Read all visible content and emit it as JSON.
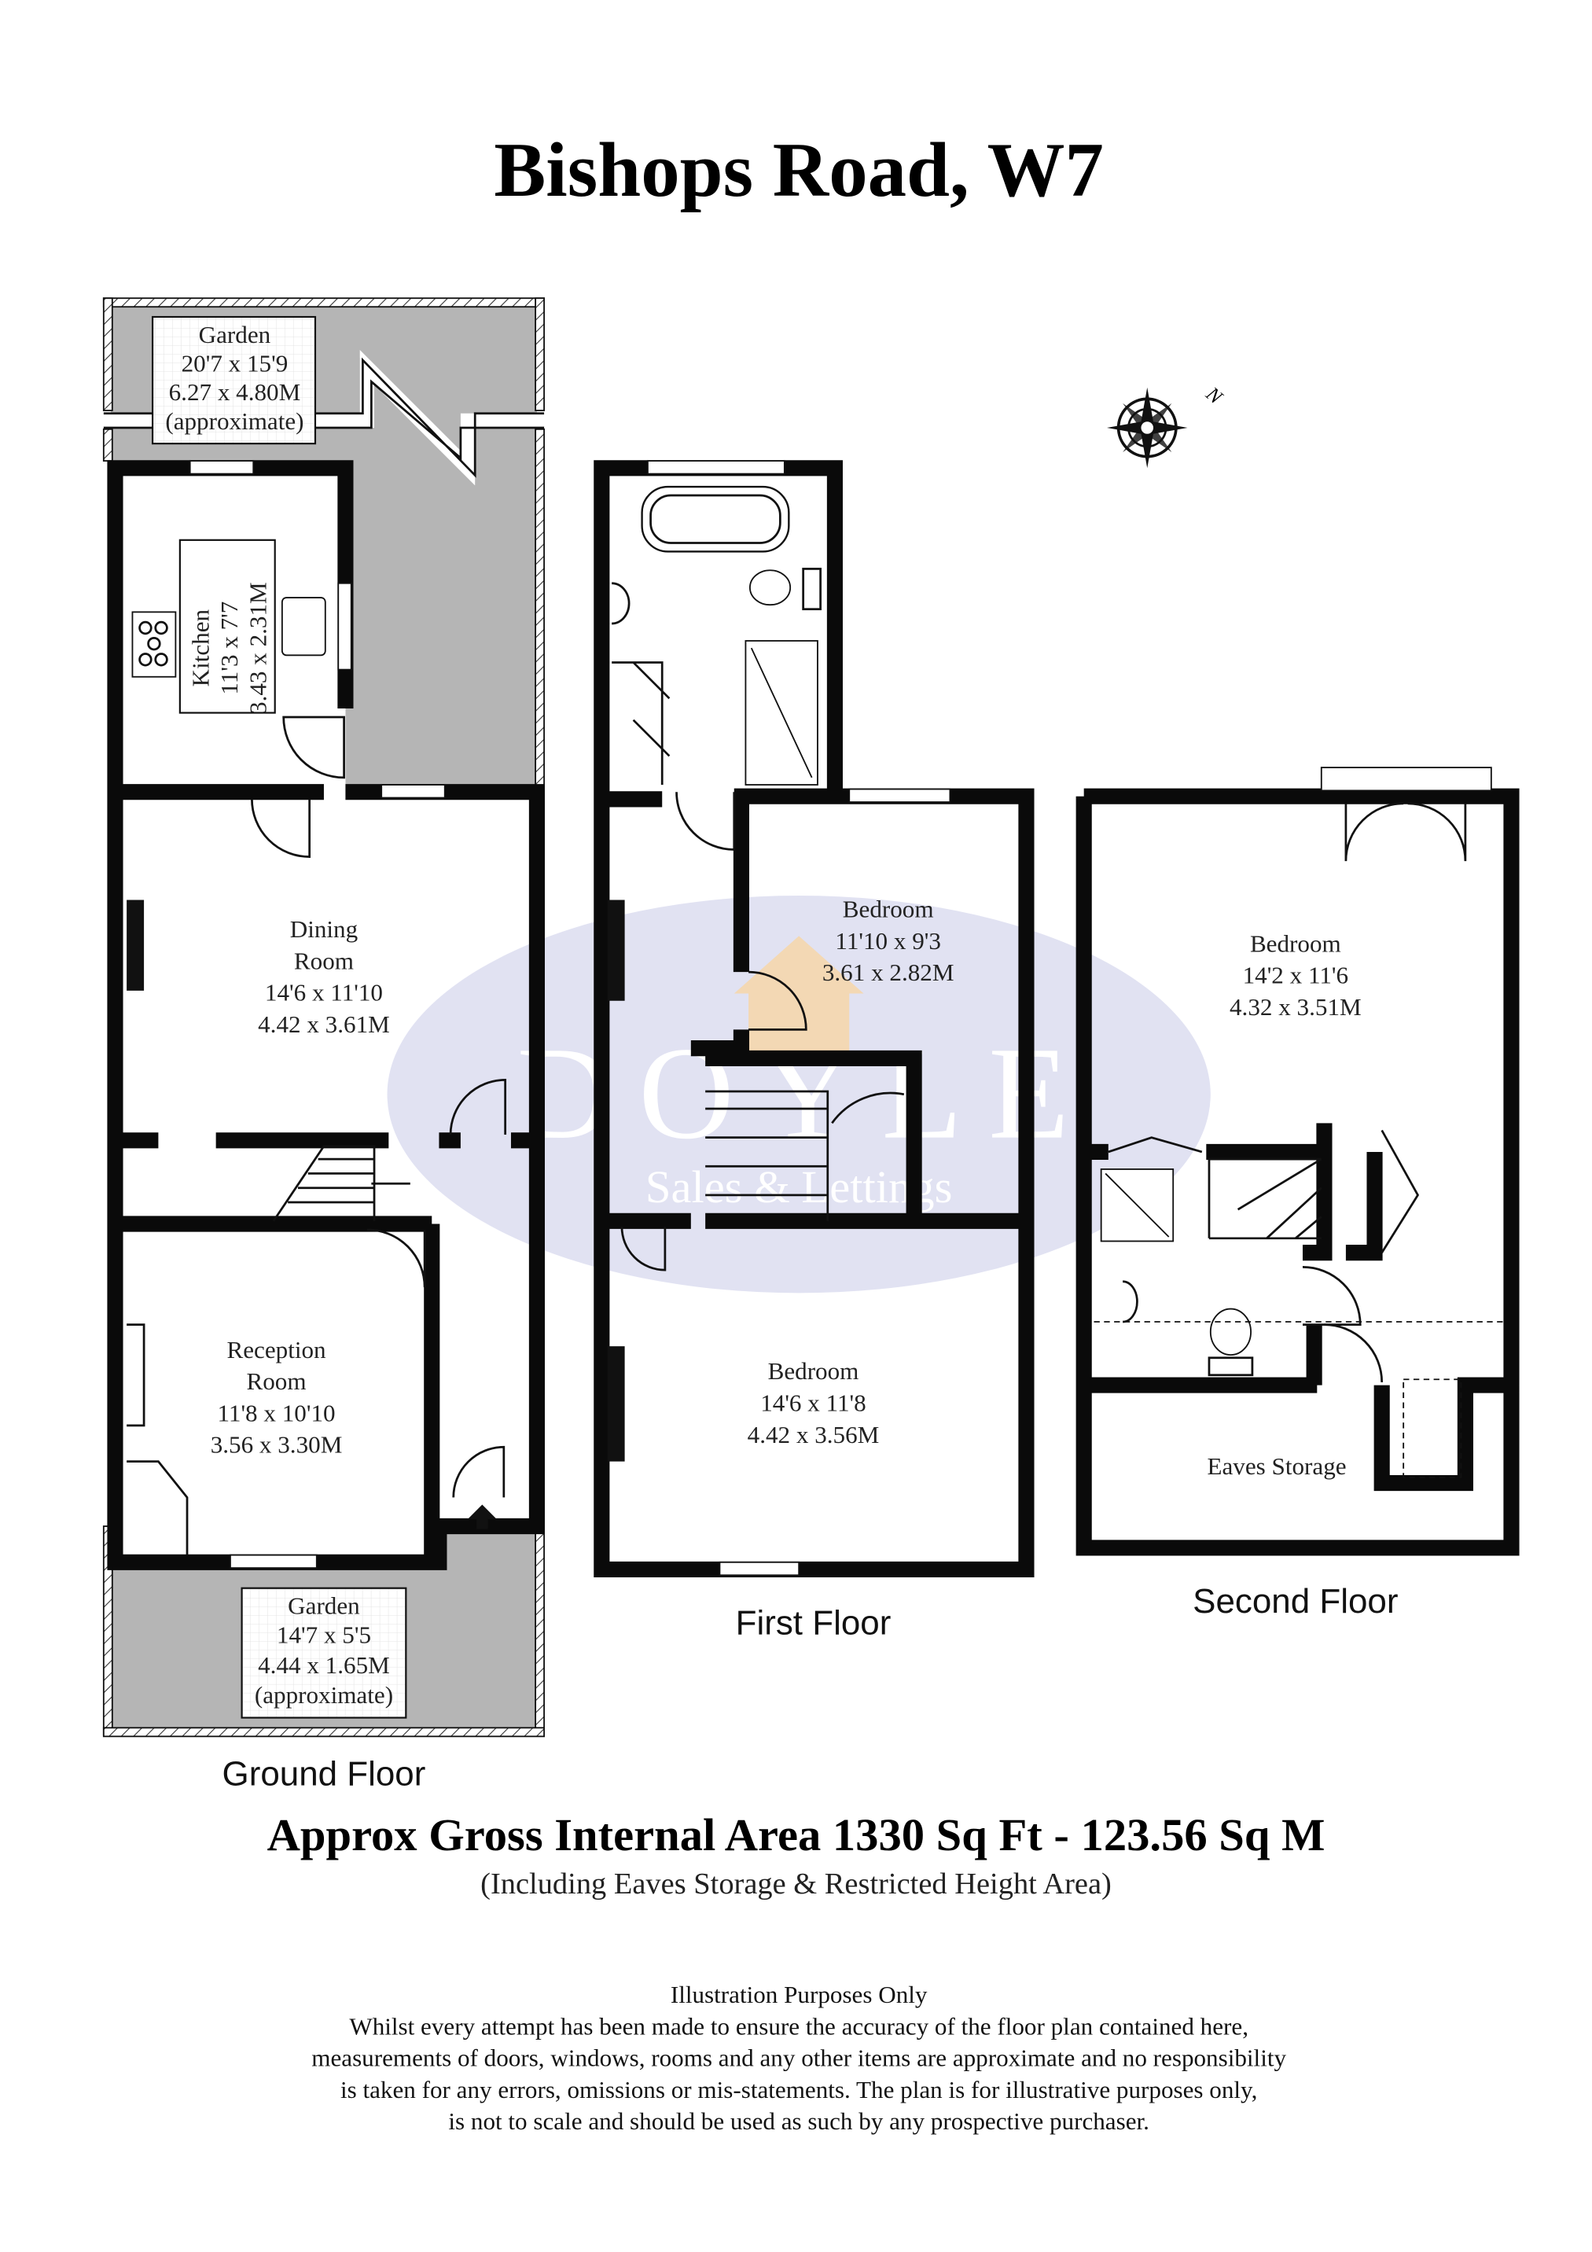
{
  "title": "Bishops Road, W7",
  "compass": {
    "icon": "north-arrow-compass-icon",
    "label": "N"
  },
  "watermark": {
    "brand": "DOYLE",
    "tagline": "Sales & Lettings",
    "color": "#c9cbe8",
    "accent": "#f2b45a"
  },
  "colors": {
    "garden_fill": "#b5b5b5",
    "walls": "#0a0a0a"
  },
  "ground_floor": {
    "label": "Ground Floor",
    "garden_rear": {
      "name": "Garden",
      "imperial": "20'7 x 15'9",
      "metric": "6.27 x 4.80M",
      "note": "(approximate)"
    },
    "kitchen": {
      "name": "Kitchen",
      "imperial": "11'3 x 7'7",
      "metric": "3.43 x 2.31M"
    },
    "dining_room": {
      "name_line1": "Dining",
      "name_line2": "Room",
      "imperial": "14'6 x 11'10",
      "metric": "4.42 x 3.61M"
    },
    "reception_room": {
      "name_line1": "Reception",
      "name_line2": "Room",
      "imperial": "11'8 x 10'10",
      "metric": "3.56 x 3.30M"
    },
    "garden_front": {
      "name": "Garden",
      "imperial": "14'7 x 5'5",
      "metric": "4.44 x 1.65M",
      "note": "(approximate)"
    }
  },
  "first_floor": {
    "label": "First Floor",
    "bedroom_rear": {
      "name": "Bedroom",
      "imperial": "11'10 x 9'3",
      "metric": "3.61 x 2.82M"
    },
    "bedroom_front": {
      "name": "Bedroom",
      "imperial": "14'6 x 11'8",
      "metric": "4.42 x 3.56M"
    }
  },
  "second_floor": {
    "label": "Second Floor",
    "bedroom": {
      "name": "Bedroom",
      "imperial": "14'2 x 11'6",
      "metric": "4.32 x 3.51M"
    },
    "eaves": {
      "name": "Eaves Storage"
    }
  },
  "area": {
    "headline": "Approx Gross Internal Area  1330 Sq Ft  - 123.56 Sq M",
    "subtitle": "(Including Eaves Storage & Restricted Height Area)"
  },
  "disclaimer": {
    "heading": "Illustration Purposes Only",
    "lines": [
      "Whilst every attempt has been made to ensure the accuracy of the floor plan contained here,",
      "measurements of doors, windows, rooms and any other items are approximate and no responsibility",
      "is taken for any errors, omissions or mis-statements. The plan is for illustrative purposes only,",
      "is not to scale and should be used as such by any prospective purchaser."
    ]
  }
}
